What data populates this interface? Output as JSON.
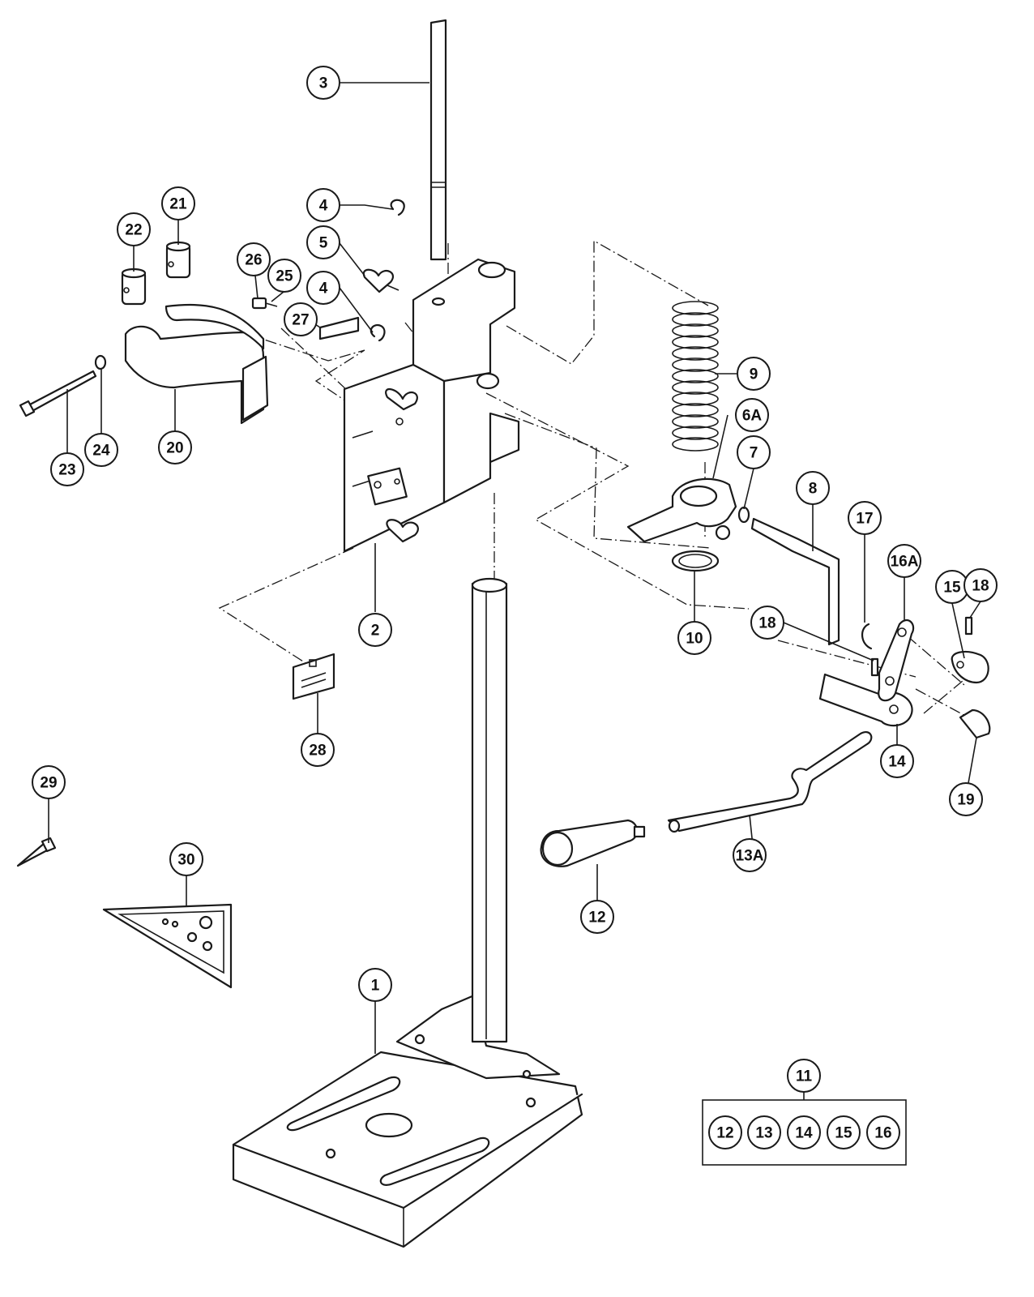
{
  "callouts": {
    "c1": "1",
    "c2": "2",
    "c3": "3",
    "c4a": "4",
    "c4b": "4",
    "c5": "5",
    "c6a": "6A",
    "c7": "7",
    "c8": "8",
    "c9": "9",
    "c10": "10",
    "c11": "11",
    "c12": "12",
    "c13a": "13A",
    "c14": "14",
    "c15": "15",
    "c16a": "16A",
    "c17": "17",
    "c18a": "18",
    "c18b": "18",
    "c19": "19",
    "c20": "20",
    "c21": "21",
    "c22": "22",
    "c23": "23",
    "c24": "24",
    "c25": "25",
    "c26": "26",
    "c27": "27",
    "c28": "28",
    "c29": "29",
    "c30": "30"
  },
  "kit": {
    "items": [
      "12",
      "13",
      "14",
      "15",
      "16"
    ]
  },
  "colors": {
    "line": "#1a1a1a",
    "background": "#ffffff"
  }
}
